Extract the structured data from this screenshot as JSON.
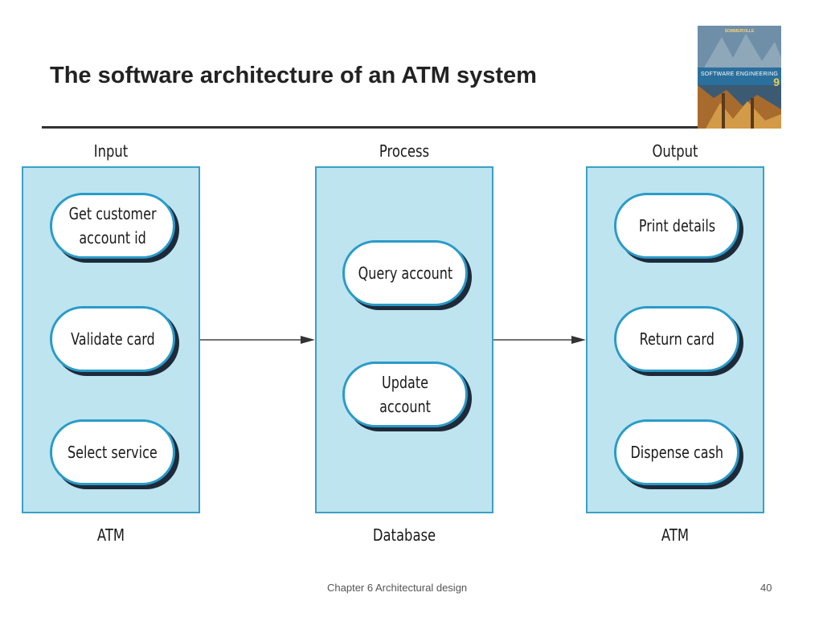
{
  "title": "The software architecture of an ATM system",
  "book_cover": {
    "author": "SOMMERVILLE",
    "title": "SOFTWARE ENGINEERING",
    "edition": "9"
  },
  "diagram": {
    "columns": [
      {
        "heading": "Input",
        "footer": "ATM",
        "items": [
          "Get customer\naccount id",
          "Validate card",
          "Select service"
        ]
      },
      {
        "heading": "Process",
        "footer": "Database",
        "items": [
          "Query account",
          "Update account"
        ]
      },
      {
        "heading": "Output",
        "footer": "ATM",
        "items": [
          "Print details",
          "Return card",
          "Dispense cash"
        ]
      }
    ],
    "connectors": [
      {
        "from": "Input",
        "to": "Process"
      },
      {
        "from": "Process",
        "to": "Output"
      }
    ]
  },
  "footer": {
    "chapter": "Chapter 6 Architectural design",
    "page_number": "40"
  },
  "colors": {
    "panel_fill": "#bde4ef",
    "panel_border": "#3b9fc6",
    "pill_border": "#2a9bc8"
  }
}
